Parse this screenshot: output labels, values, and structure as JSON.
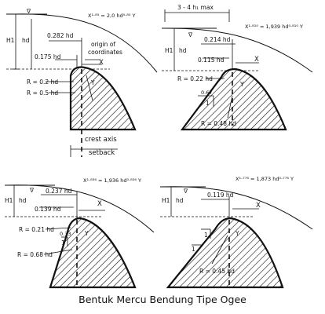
{
  "caption": "Bentuk Mercu Bendung Tipe Ogee",
  "panels": [
    {
      "equation": "X¹·⁸⁵ = 2,0 hd⁰·⁸⁵ Y",
      "H1_label": "H1",
      "hd_label": "hd",
      "dim_a": "0.282 hd",
      "dim_b": "0.175 hd",
      "origin_label_1": "origin of",
      "origin_label_2": "coordinates",
      "x_axis": "X",
      "y_axis": "Y",
      "radius_1": "R = 0.2 hd",
      "radius_2": "R = 0.5 hd",
      "crest_axis": "crest axis",
      "setback": "setback"
    },
    {
      "top_dim": "3 - 4 h₁ max",
      "equation": "X¹·⁸¹⁰ = 1,939 hd⁰·⁸¹⁰ Y",
      "H1_label": "H1",
      "hd_label": "hd",
      "dim_a": "0.214 hd",
      "dim_b": "0.115 hd",
      "x_axis": "X",
      "y_axis": "Y",
      "radius_1": "R = 0.22 hd",
      "slope_ratio": "0.67",
      "slope_one": "1",
      "radius_2": "R = 0.48 hd"
    },
    {
      "equation": "X¹·⁸³⁶ = 1,936 hd⁰·⁸³⁶ Y",
      "H1_label": "H1",
      "hd_label": "hd",
      "dim_a": "0.237 hd",
      "dim_b": "0.139 hd",
      "x_axis": "X",
      "y_axis": "Y",
      "radius_1": "R = 0.21 hd",
      "slope_ratio": "0.33",
      "slope_one": "1",
      "radius_2": "R = 0.68 hd"
    },
    {
      "equation": "X¹·⁷⁷⁶ = 1,873 hd⁰·⁷⁷⁶ Y",
      "H1_label": "H1",
      "hd_label": "hd",
      "dim_a": "0.119 hd",
      "x_axis": "X",
      "y_axis": "Y",
      "slope_one_a": "1",
      "slope_one_b": "1",
      "radius_1": "R = 0.45 hd"
    }
  ]
}
